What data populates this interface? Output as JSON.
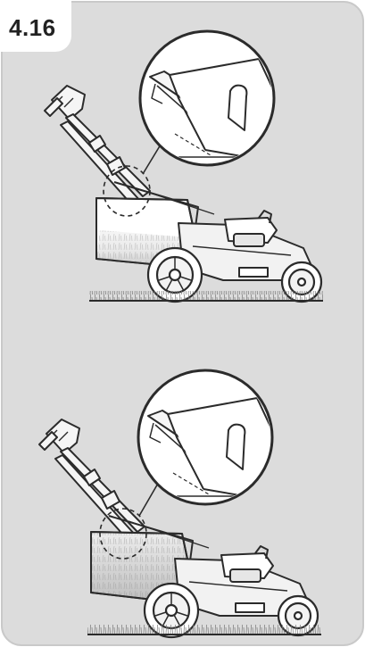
{
  "figure": {
    "label": "4.16",
    "colors": {
      "panel": "#dcdcdc",
      "panel_border": "#c9c9c9",
      "line": "#2b2b2b",
      "grass_top": "#f4f4f4",
      "grass_bottom": "#cfcfcf",
      "ground": "#3a3a3a"
    },
    "illustrations": [
      {
        "name": "mower-top",
        "grass_catcher_fill": "partial"
      },
      {
        "name": "mower-bottom",
        "grass_catcher_fill": "full"
      }
    ]
  }
}
